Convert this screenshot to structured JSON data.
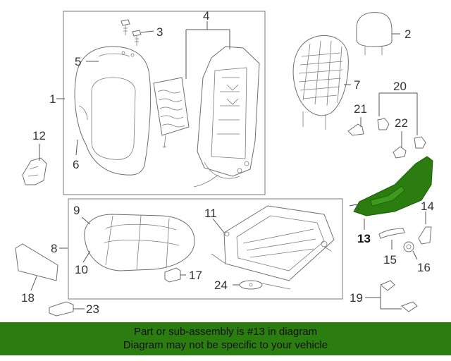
{
  "labels": {
    "p1": "1",
    "p2": "2",
    "p3": "3",
    "p4": "4",
    "p5": "5",
    "p6": "6",
    "p7": "7",
    "p8": "8",
    "p9": "9",
    "p10": "10",
    "p11": "11",
    "p12": "12",
    "p13": "13",
    "p14": "14",
    "p15": "15",
    "p16": "16",
    "p17": "17",
    "p18": "18",
    "p19": "19",
    "p20": "20",
    "p21": "21",
    "p22": "22",
    "p23": "23",
    "p24": "24"
  },
  "highlighted_part": "13",
  "colors": {
    "highlight": "#2b7d10",
    "banner": "#2b7d10"
  },
  "banner": {
    "line1": "Part or sub-assembly is #13 in diagram",
    "line2": "Diagram may not be specific to your vehicle"
  }
}
